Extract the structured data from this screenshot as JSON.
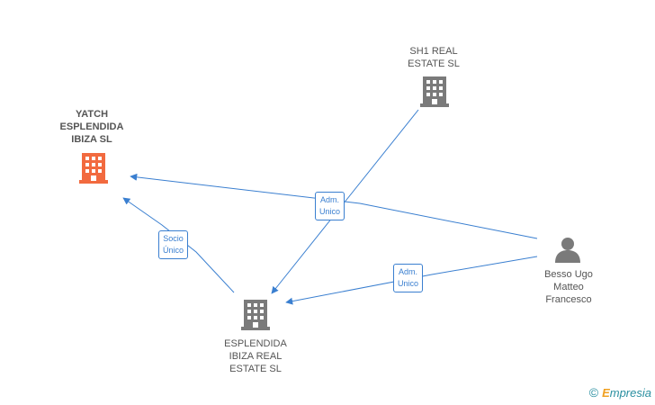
{
  "nodes": {
    "yatch": {
      "lines": [
        "YATCH",
        "ESPLENDIDA",
        "IBIZA  SL"
      ],
      "type": "company",
      "color": "#f26a3f"
    },
    "sh1": {
      "lines": [
        "SH1 REAL",
        "ESTATE  SL"
      ],
      "type": "company",
      "color": "#7a7a7a"
    },
    "esplendida": {
      "lines": [
        "ESPLENDIDA",
        "IBIZA REAL",
        "ESTATE  SL"
      ],
      "type": "company",
      "color": "#7a7a7a"
    },
    "besso": {
      "lines": [
        "Besso Ugo",
        "Matteo",
        "Francesco"
      ],
      "type": "person",
      "color": "#7a7a7a"
    }
  },
  "edges": [
    {
      "from": "esplendida",
      "to": "yatch",
      "label": [
        "Socio",
        "Único"
      ]
    },
    {
      "from": "sh1",
      "to": "esplendida",
      "label": [
        "Adm.",
        "Unico"
      ]
    },
    {
      "from": "besso",
      "to": "yatch",
      "label": [
        "Adm.",
        "Unico"
      ]
    },
    {
      "from": "besso",
      "to": "esplendida",
      "label": [
        "Adm.",
        "Unico"
      ]
    }
  ],
  "colors": {
    "edge": "#3a7fd0",
    "focus": "#f26a3f",
    "node": "#7a7a7a"
  },
  "brand": {
    "symbol": "©",
    "first_letter": "E",
    "rest": "mpresia"
  }
}
